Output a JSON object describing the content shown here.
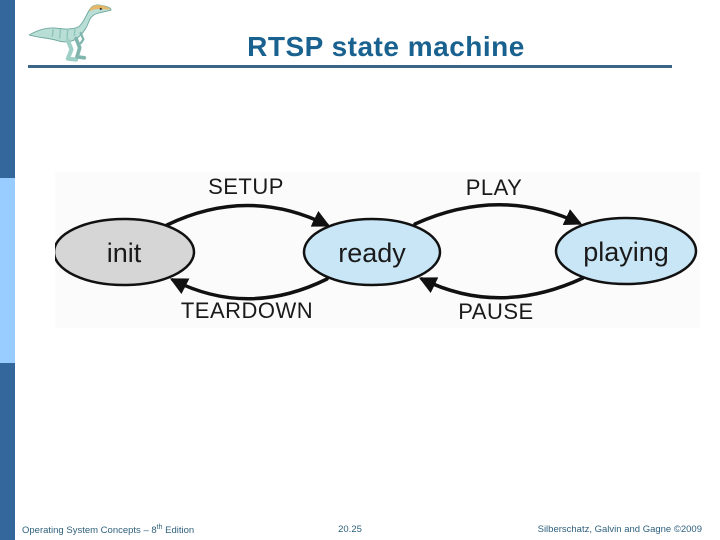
{
  "slide": {
    "title": "RTSP state machine",
    "logo_icon": "dinosaur-logo"
  },
  "diagram": {
    "states": [
      {
        "label": "init",
        "fill": "#d6d6d6"
      },
      {
        "label": "ready",
        "fill": "#c9e6f7"
      },
      {
        "label": "playing",
        "fill": "#c9e6f7"
      }
    ],
    "transitions": [
      {
        "label": "SETUP",
        "from": "init",
        "to": "ready"
      },
      {
        "label": "PLAY",
        "from": "ready",
        "to": "playing"
      },
      {
        "label": "TEARDOWN",
        "from": "ready",
        "to": "init"
      },
      {
        "label": "PAUSE",
        "from": "playing",
        "to": "ready"
      }
    ]
  },
  "footer": {
    "left_pre": "Operating System Concepts – 8",
    "left_sup": "th",
    "left_post": " Edition",
    "page": "20.25",
    "right": "Silberschatz, Galvin and Gagne ©2009"
  },
  "colors": {
    "title_text": "#19618f",
    "title_underline": "#3a6586",
    "sidebar_dark": "#34689c",
    "sidebar_light": "#99ccff",
    "footer_text": "#2f607c",
    "state_init_fill": "#d6d6d6",
    "state_active_fill": "#c9e6f7",
    "diagram_ink": "#111111"
  }
}
